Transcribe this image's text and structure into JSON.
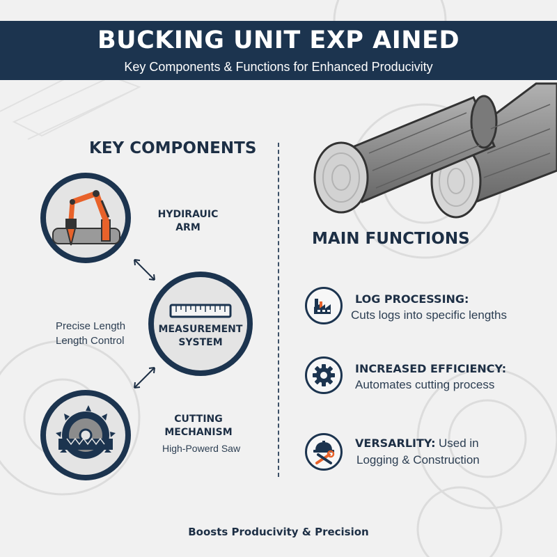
{
  "header": {
    "title": "BUCKING UNIT EXP AINED",
    "subtitle": "Key Components & Functions for Enhanced Producivity"
  },
  "key_components": {
    "title": "KEY COMPONENTS",
    "hydraulic_arm": {
      "line1": "HYDIRAUIC",
      "line2": "ARM"
    },
    "measurement_system": {
      "line1": "MEASUREMENT",
      "line2": "SYSTEM"
    },
    "length_note": {
      "line1": "Precise Length",
      "line2": "Length Control"
    },
    "cutting_mechanism": {
      "line1": "CUTTING",
      "line2": "MECHANISM",
      "detail": "High-Powerd Saw"
    }
  },
  "main_functions": {
    "title": "MAIN FUNCTIONS",
    "items": [
      {
        "icon": "factory-icon",
        "heading": "LOG PROCESSING:",
        "description": "Cuts logs into specific lengths"
      },
      {
        "icon": "gear-icon",
        "heading": "INCREASED EFFICIENCY:",
        "description": "Automates cutting process"
      },
      {
        "icon": "hardhat-tools-icon",
        "heading": "VERSARLITY:",
        "heading_suffix": "Used in",
        "description": "Logging & Construction"
      }
    ]
  },
  "footer": {
    "text": "Boosts Producivity & Precision"
  },
  "colors": {
    "navy": "#1c344f",
    "orange": "#e8622a",
    "log_gray": "#8e8e8e",
    "background": "#f1f1f1"
  }
}
